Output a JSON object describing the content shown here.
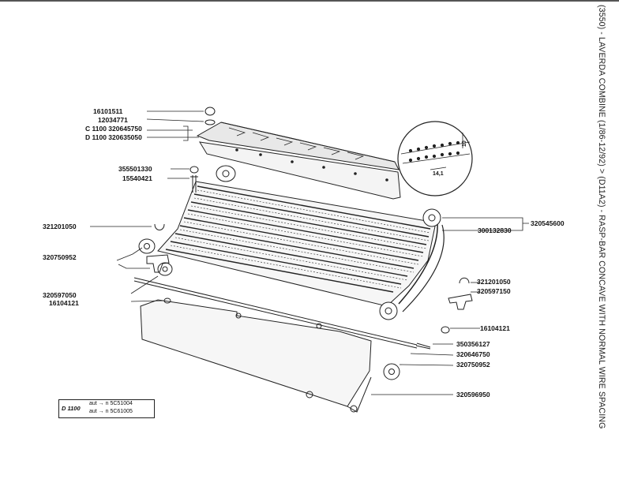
{
  "header_title": "(3550) - LAVERDA COMBINE (1/86-12/92) > (D11A2) - RASP-BAR CONCAVE WITH NORMAL WIRE SPACING",
  "detail": {
    "dim1": "10",
    "dim2": "14,1"
  },
  "labels": {
    "p16101511": "16101511",
    "p12034771": "12034771",
    "c1100": "C 1100 320645750",
    "d1100": "D 1100 320635050",
    "p355501330": "355501330",
    "p15540421": "15540421",
    "p321201050a": "321201050",
    "p320750952a": "320750952",
    "p320597050": "320597050",
    "p16104121a": "16104121",
    "p320545600": "320545600",
    "p300132830": "300132830",
    "p321201050b": "321201050",
    "p320597150": "320597150",
    "p16104121b": "16104121",
    "p350356127": "350356127",
    "p320646750": "320646750",
    "p320750952b": "320750952",
    "p320596950": "320596950"
  },
  "note": {
    "model": "D 1100",
    "row1": "aut → n 5C51004",
    "row2": "aut → n 5C61005"
  }
}
